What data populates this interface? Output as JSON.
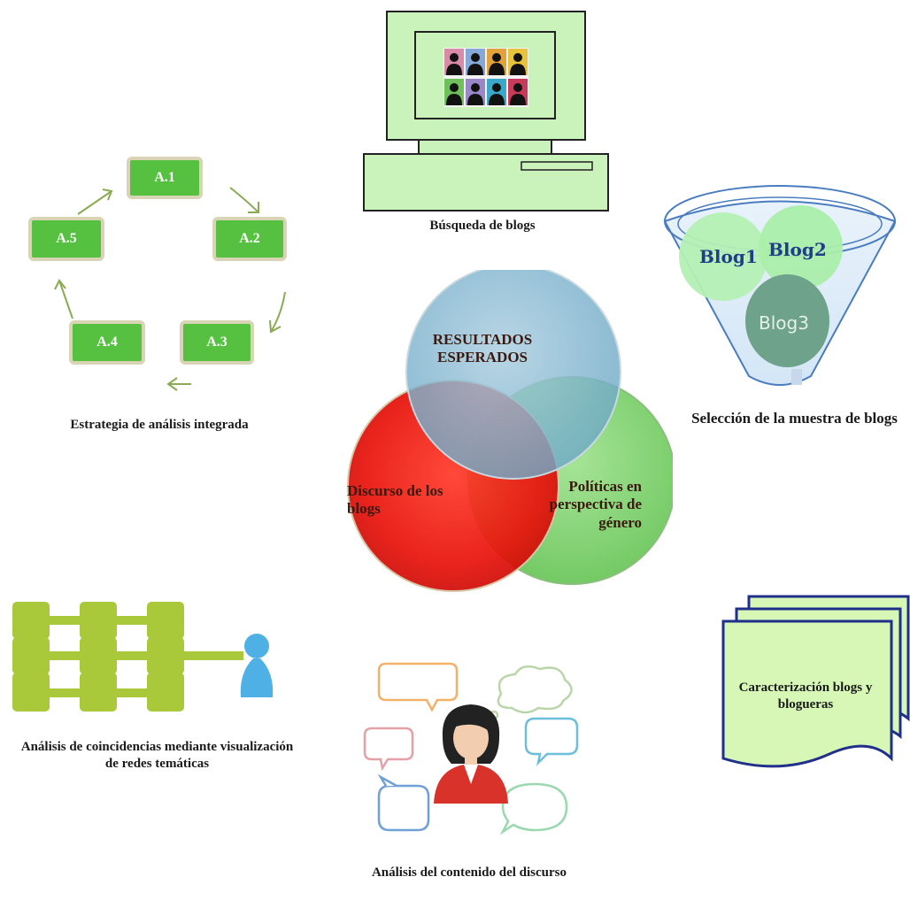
{
  "search": {
    "caption": "Búsqueda de blogs"
  },
  "cycle": {
    "caption": "Estrategia de análisis integrada",
    "steps": [
      "A.1",
      "A.2",
      "A.3",
      "A.4",
      "A.5"
    ]
  },
  "funnel": {
    "caption": "Selección de la muestra de blogs",
    "blogs": [
      "Blog1",
      "Blog2",
      "Blog3"
    ]
  },
  "venn": {
    "top": "RESULTADOS ESPERADOS",
    "left": "Discurso de los blogs",
    "right": "Políticas en perspectiva de género"
  },
  "network": {
    "caption": "Análisis de coincidencias mediante visualización de redes temáticas"
  },
  "docs": {
    "label": "Caracterización blogs y blogueras"
  },
  "discourse": {
    "caption": "Análisis del contenido del discurso"
  }
}
